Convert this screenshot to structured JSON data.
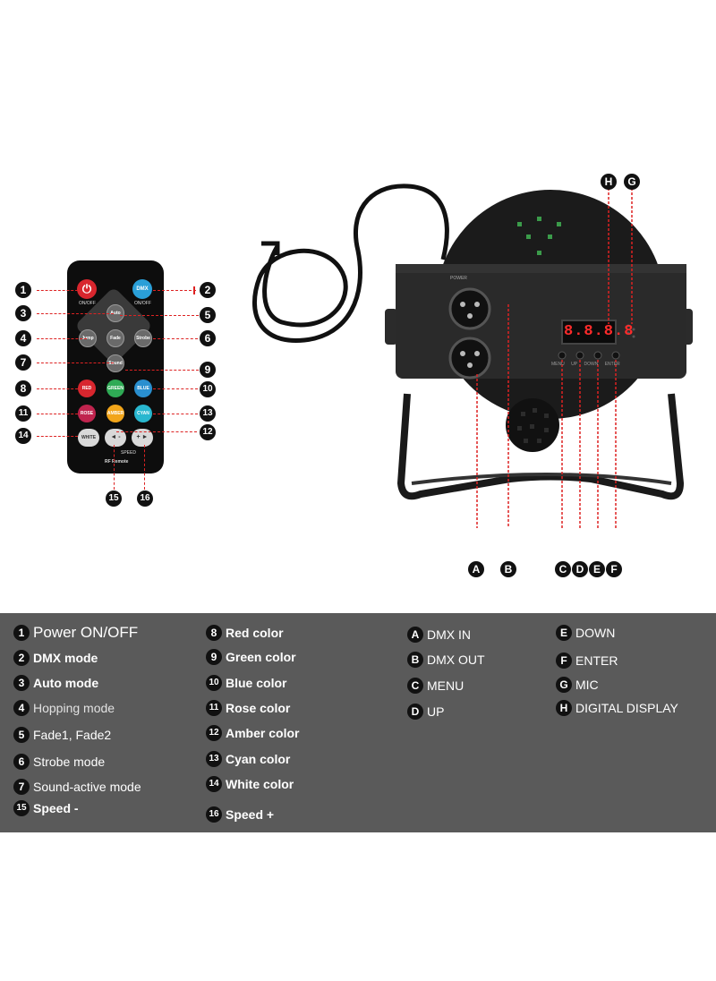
{
  "remote": {
    "buttons": {
      "power_label": "ON/OFF",
      "dmx_top": "DMX",
      "dmx_label": "ON/OFF",
      "auto": "Auto",
      "jump": "Jump",
      "fade": "Fade",
      "strobe": "Strobe",
      "sound": "Sound",
      "red": "RED",
      "green": "GREEN",
      "blue": "BLUE",
      "rose": "ROSE",
      "amber": "AMBER",
      "cyan": "CYAN",
      "white": "WHITE",
      "minus": "◄ -",
      "plus": "+ ►",
      "speed": "SPEED",
      "footer": "RF Remote"
    },
    "colors": {
      "red": "#d8262e",
      "green": "#2faa55",
      "blue": "#2a8fcf",
      "rose": "#c0244e",
      "amber": "#f2a51a",
      "cyan": "#29b7cf",
      "white": "#d9d9d9",
      "dmx": "#2a9fd8"
    },
    "markers": {
      "m1": "1",
      "m2": "2",
      "m3": "3",
      "m4": "4",
      "m5": "5",
      "m6": "6",
      "m7": "7",
      "m8": "8",
      "m9": "9",
      "m10": "10",
      "m11": "11",
      "m12": "12",
      "m13": "13",
      "m14": "14",
      "m15": "15",
      "m16": "16"
    }
  },
  "device": {
    "display": "8.8.8.8",
    "power_label": "POWER",
    "button_labels": [
      "MENU",
      "UP",
      "DOWN",
      "ENTER"
    ],
    "markers": {
      "a": "A",
      "b": "B",
      "c": "C",
      "d": "D",
      "e": "E",
      "f": "F",
      "g": "G",
      "h": "H"
    }
  },
  "legend": {
    "col1": [
      {
        "num": "1",
        "text": "Power ON/OFF"
      },
      {
        "num": "2",
        "text": "DMX mode"
      },
      {
        "num": "3",
        "text": "Auto mode"
      },
      {
        "num": "4",
        "text": "Hopping mode"
      },
      {
        "num": "5",
        "text": "Fade1, Fade2"
      },
      {
        "num": "6",
        "text": "Strobe mode"
      },
      {
        "num": "7",
        "text": "Sound-active mode"
      },
      {
        "num": "15",
        "text": "Speed -"
      }
    ],
    "col2": [
      {
        "num": "8",
        "text": "Red color"
      },
      {
        "num": "9",
        "text": "Green color"
      },
      {
        "num": "10",
        "text": "Blue color"
      },
      {
        "num": "11",
        "text": "Rose color"
      },
      {
        "num": "12",
        "text": "Amber color"
      },
      {
        "num": "13",
        "text": "Cyan color"
      },
      {
        "num": "14",
        "text": "White color"
      },
      {
        "num": "16",
        "text": "Speed +"
      }
    ],
    "col3": [
      {
        "num": "A",
        "text": "DMX IN"
      },
      {
        "num": "B",
        "text": "DMX OUT"
      },
      {
        "num": "C",
        "text": "MENU"
      },
      {
        "num": "D",
        "text": "UP"
      }
    ],
    "col4": [
      {
        "num": "E",
        "text": "DOWN"
      },
      {
        "num": "F",
        "text": "ENTER"
      },
      {
        "num": "G",
        "text": "MIC"
      },
      {
        "num": "H",
        "text": "DIGITAL DISPLAY"
      }
    ]
  }
}
